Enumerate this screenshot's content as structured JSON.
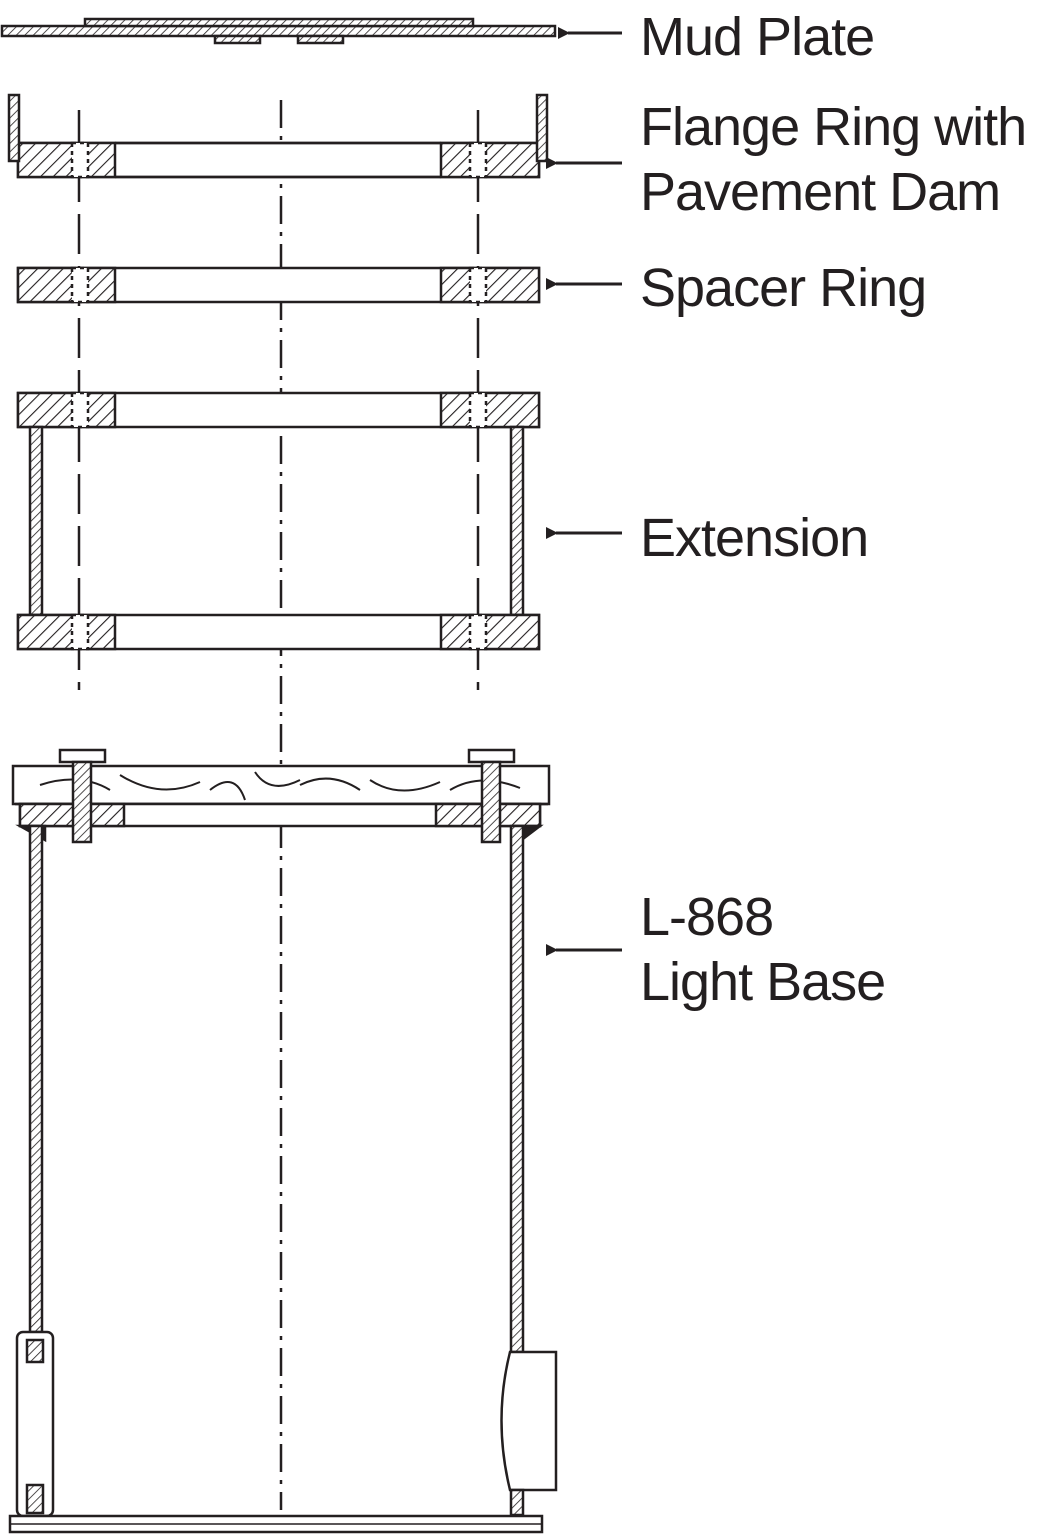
{
  "labels": {
    "mud_plate": "Mud Plate",
    "flange_ring_line1": "Flange Ring with",
    "flange_ring_line2": "Pavement Dam",
    "spacer_ring": "Spacer Ring",
    "extension": "Extension",
    "light_base_line1": "L-868",
    "light_base_line2": "Light Base"
  },
  "colors": {
    "ink": "#231f20",
    "background": "#ffffff"
  }
}
